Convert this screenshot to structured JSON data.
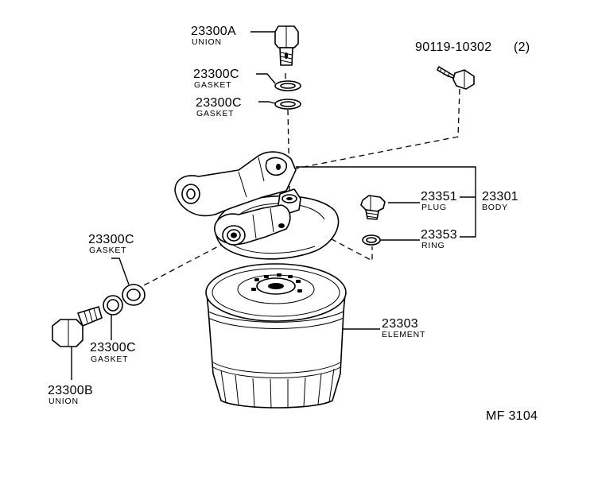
{
  "diagram_code": "MF 3104",
  "labels": {
    "union_a": {
      "part": "23300A",
      "name": "UNION"
    },
    "gasket_top1": {
      "part": "23300C",
      "name": "GASKET"
    },
    "gasket_top2": {
      "part": "23300C",
      "name": "GASKET"
    },
    "bolt": {
      "part": "90119-10302",
      "qty": "(2)"
    },
    "plug": {
      "part": "23351",
      "name": "PLUG"
    },
    "ring": {
      "part": "23353",
      "name": "RING"
    },
    "body": {
      "part": "23301",
      "name": "BODY"
    },
    "gasket_left1": {
      "part": "23300C",
      "name": "GASKET"
    },
    "gasket_left2": {
      "part": "23300C",
      "name": "GASKET"
    },
    "element": {
      "part": "23303",
      "name": "ELEMENT"
    },
    "union_b": {
      "part": "23300B",
      "name": "UNION"
    }
  }
}
